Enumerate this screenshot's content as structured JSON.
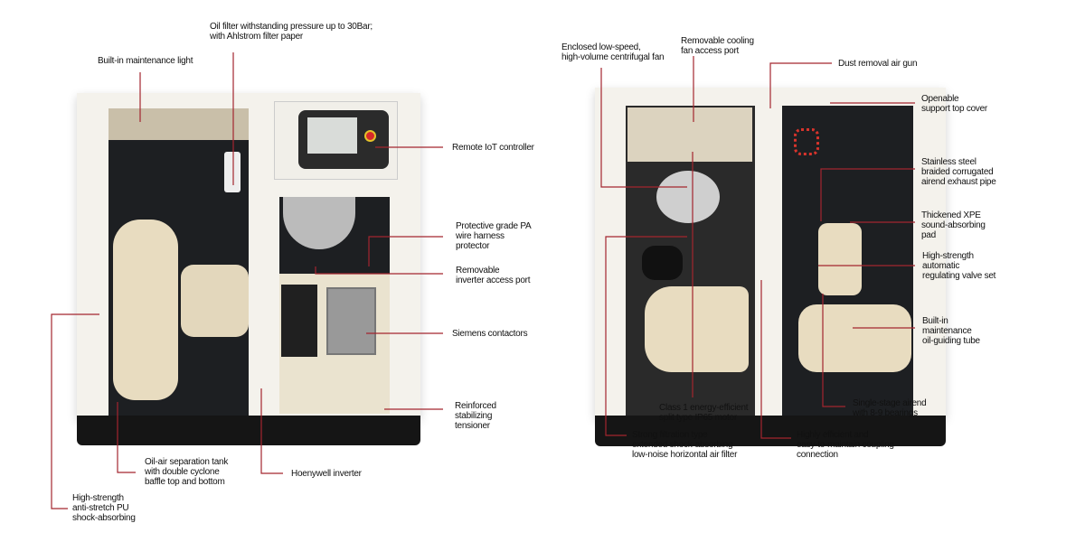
{
  "colors": {
    "callout_line": "#a3262f",
    "cabinet": "#f4f2ec",
    "component_cream": "#e8dcc0",
    "interior": "#1d1f22"
  },
  "left_unit": {
    "callouts": [
      {
        "id": "oil-filter",
        "text": "Oil filter withstanding pressure up to 30Bar;\nwith Ahlstrom filter paper"
      },
      {
        "id": "maintenance-light",
        "text": "Built-in maintenance light"
      },
      {
        "id": "iot-controller",
        "text": "Remote IoT controller"
      },
      {
        "id": "wire-harness",
        "text": "Protective grade PA\nwire harness\nprotector"
      },
      {
        "id": "inverter-port",
        "text": "Removable\ninverter access port"
      },
      {
        "id": "contactors",
        "text": "Siemens contactors"
      },
      {
        "id": "tensioner",
        "text": "Reinforced\nstabilizing\ntensioner"
      },
      {
        "id": "separation-tank",
        "text": "Oil-air separation tank\nwith double cyclone\nbaffle top and bottom"
      },
      {
        "id": "inverter",
        "text": "Hoenywell inverter"
      },
      {
        "id": "pu-shock",
        "text": "High-strength\nanti-stretch PU\nshock-absorbing"
      }
    ]
  },
  "right_unit": {
    "callouts": [
      {
        "id": "centrifugal-fan",
        "text": "Enclosed low-speed,\nhigh-volume centrifugal fan"
      },
      {
        "id": "fan-port",
        "text": "Removable cooling\nfan access port"
      },
      {
        "id": "air-gun",
        "text": "Dust removal air gun"
      },
      {
        "id": "top-cover",
        "text": "Openable\nsupport top cover"
      },
      {
        "id": "exhaust-pipe",
        "text": "Stainless steel\nbraided corrugated\nairend exhaust pipe"
      },
      {
        "id": "xpe-pad",
        "text": "Thickened XPE\nsound-absorbing\npad"
      },
      {
        "id": "valve-set",
        "text": "High-strength\nautomatic\nregulating valve set"
      },
      {
        "id": "oil-tube",
        "text": "Built-in\nmaintenance\noil-guiding tube"
      },
      {
        "id": "airend",
        "text": "Single-stage airend\nwith 8-9 bearings"
      },
      {
        "id": "motor",
        "text": "Class 1 energy-efficient\nsplit type IP65 motor"
      },
      {
        "id": "air-filter",
        "text": "Strong filtration type\nextended shock-absorbing\nlow-noise horizontal air filter"
      },
      {
        "id": "coupling",
        "text": "Highly efficient and\neasy-to-maintain coupling\nconnection"
      }
    ]
  }
}
